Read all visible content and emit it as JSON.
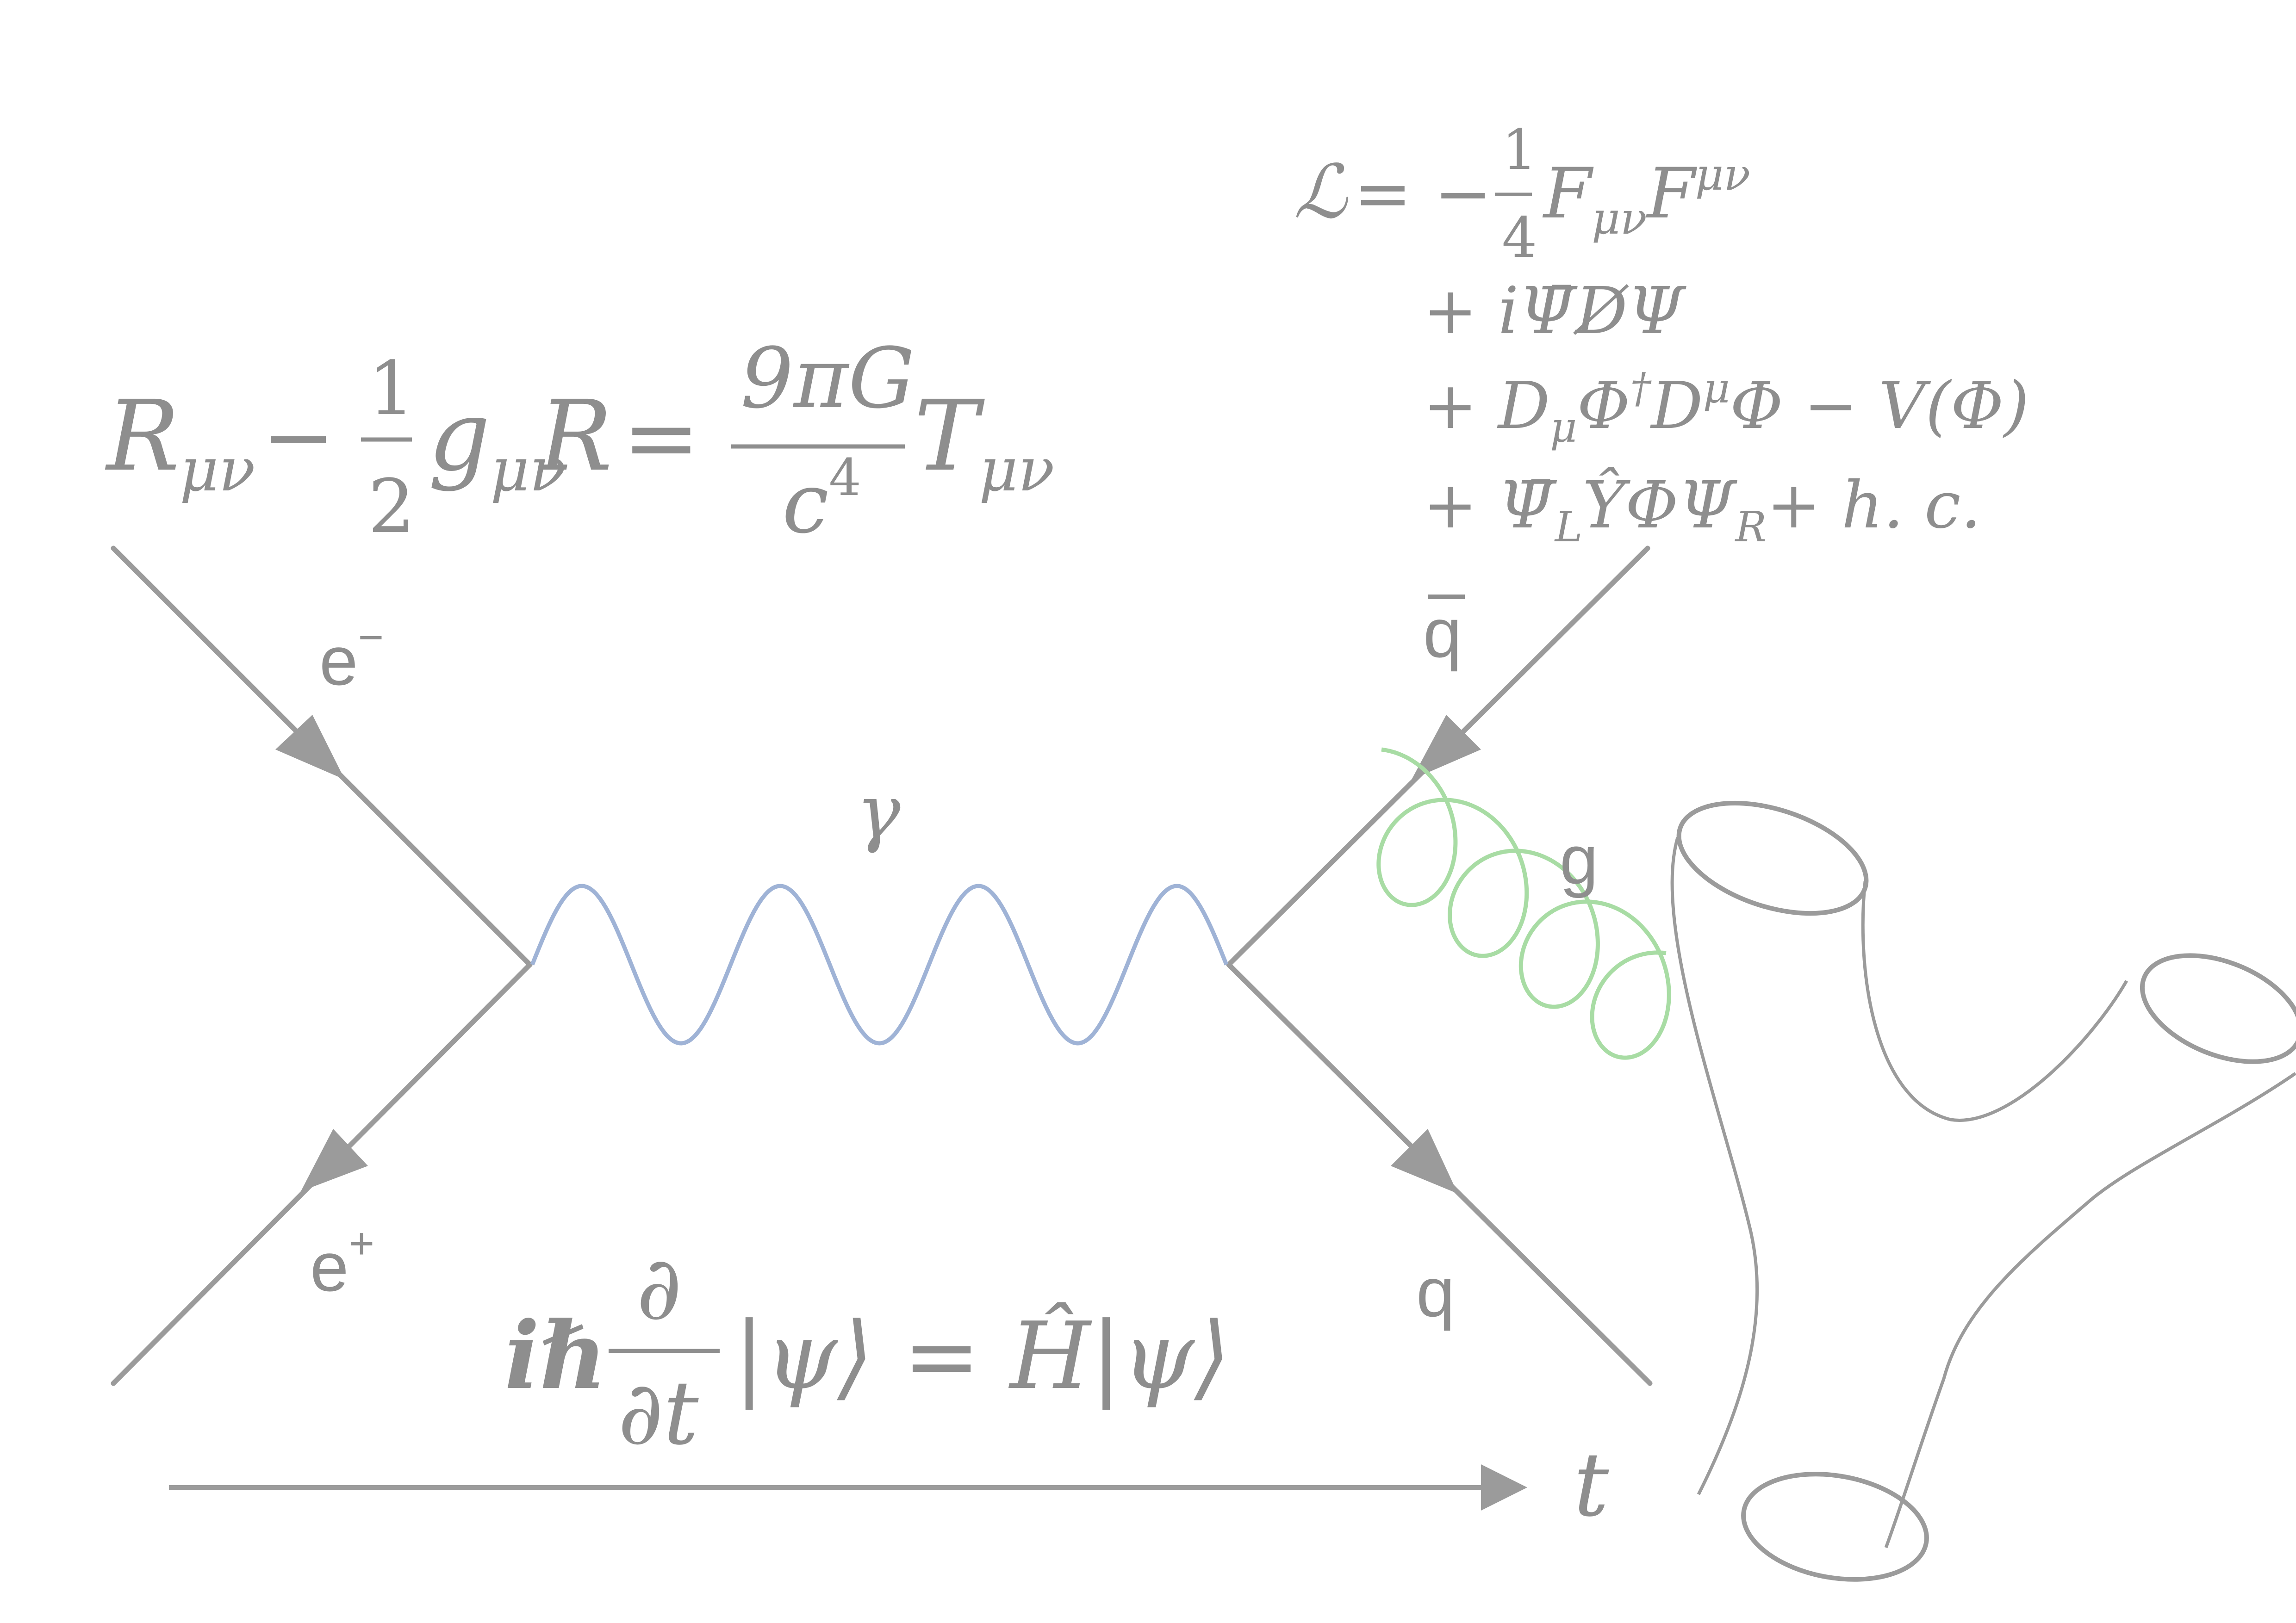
{
  "colors": {
    "line": "#9b9b9b",
    "photon": "#9fb3d6",
    "gluon": "#a8dca4",
    "text": "#8e8e8e"
  },
  "labels": {
    "electron": "e",
    "electron_sup": "−",
    "positron": "e",
    "positron_sup": "+",
    "photon": "γ",
    "antiquark": "q",
    "gluon": "g",
    "quark": "q",
    "time": "t"
  },
  "einstein": {
    "lhs_R": "R",
    "lhs_R_sub": "μν",
    "minus": "−",
    "half_num": "1",
    "half_den": "2",
    "g": "g",
    "g_sub": "μν",
    "R": "R",
    "equals": "=",
    "frac_num": "9πG",
    "frac_den": "c",
    "frac_den_sup": "4",
    "T": "T",
    "T_sub": "μν"
  },
  "lagrangian": {
    "L": "ℒ",
    "eq": "= −",
    "quarter_num": "1",
    "quarter_den": "4",
    "term1": "F",
    "term1_sub": "μν",
    "term1b": "F",
    "term1b_sup": "μν",
    "line2": "+ iΨ̄D̸Ψ",
    "line3_a": "+ D",
    "line3_sub": "μ",
    "line3_b": "Φ",
    "line3_sup": "†",
    "line3_c": "D",
    "line3_sup2": "μ",
    "line3_d": "Φ − V(Φ)",
    "line4_a": "+ Ψ̄",
    "line4_sub": "L",
    "line4_b": "ŶΦΨ",
    "line4_sub2": "R",
    "line4_c": "+ h. c."
  },
  "schrodinger": {
    "ih": "iℏ",
    "partial": "∂",
    "partial_t": "∂t",
    "ket": "|ψ⟩ = Ĥ|ψ⟩"
  },
  "icons": [
    "fermion-arrow-icon",
    "photon-wave-icon",
    "gluon-spiral-icon",
    "time-arrow-icon",
    "pants-surface-icon"
  ]
}
